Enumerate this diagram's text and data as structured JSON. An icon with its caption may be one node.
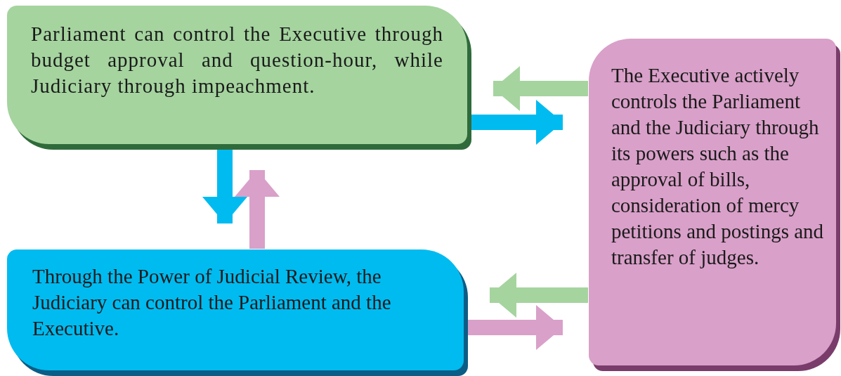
{
  "diagram": {
    "nodes": [
      {
        "text": [
          "Parliament can control the Executive through budget approval and question-hour, while Judiciary through impeachment."
        ]
      },
      {
        "text": [
          "The Executive actively controls the Parliament and the Judiciary through its powers such as the approval of bills, consideration of mercy petitions and postings and transfer of judges."
        ]
      },
      {
        "text": [
          "Through the Power of Judicial Review, the Judiciary can control the Parliament and the Executive."
        ]
      }
    ],
    "edges": [
      {
        "from": 1,
        "to": 0,
        "arrow": "to",
        "color": "#a5d49f"
      },
      {
        "from": 0,
        "to": 1,
        "arrow": "to",
        "color": "#00bbf0"
      },
      {
        "from": 0,
        "to": 2,
        "arrow": "to",
        "color": "#00bbf0"
      },
      {
        "from": 2,
        "to": 0,
        "arrow": "to",
        "color": "#d9a0c9"
      },
      {
        "from": 1,
        "to": 2,
        "arrow": "to",
        "color": "#a5d49f"
      },
      {
        "from": 2,
        "to": 1,
        "arrow": "to",
        "color": "#d9a0c9"
      }
    ]
  }
}
